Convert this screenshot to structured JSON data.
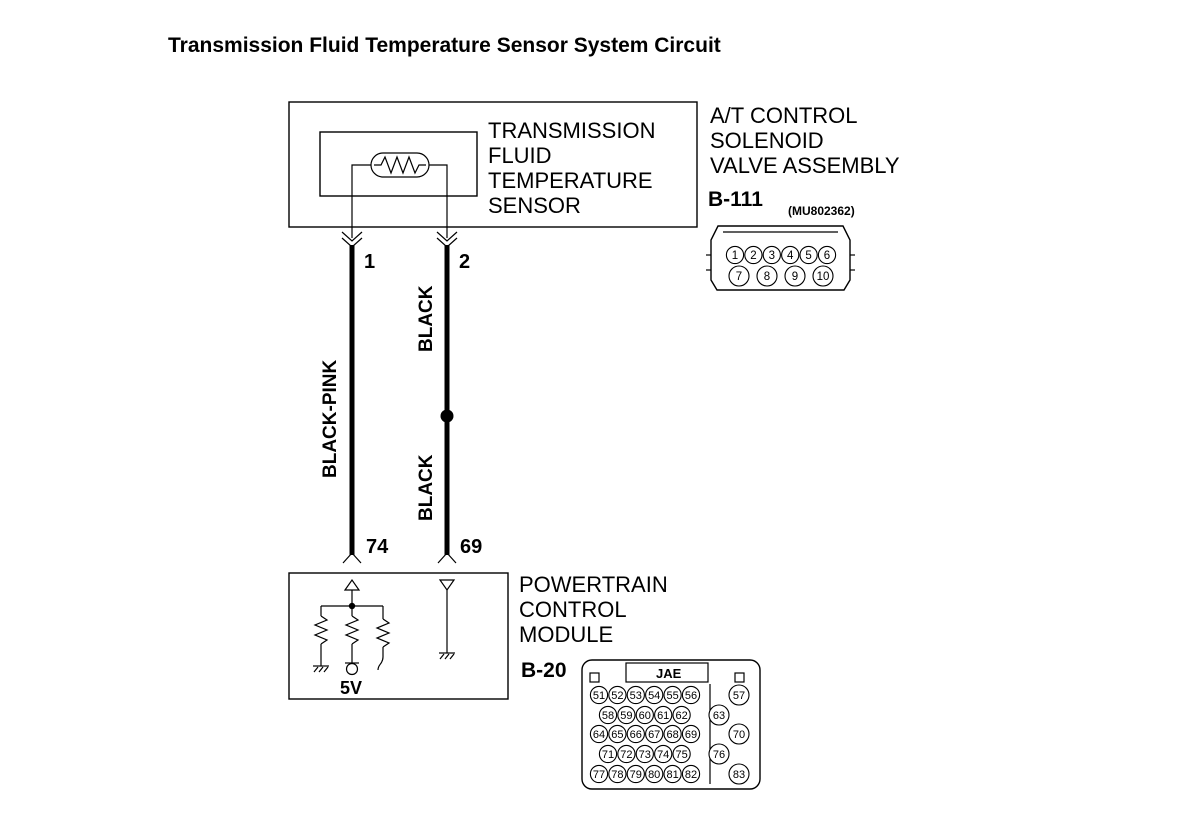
{
  "title": "Transmission Fluid Temperature Sensor System Circuit",
  "sensor": {
    "label_lines": [
      "TRANSMISSION",
      "FLUID",
      "TEMPERATURE",
      "SENSOR"
    ]
  },
  "assembly": {
    "label_lines": [
      "A/T CONTROL",
      "SOLENOID",
      "VALVE ASSEMBLY"
    ],
    "connector_id": "B-111",
    "part_number": "(MU802362)",
    "pins_row1": [
      "1",
      "2",
      "3",
      "4",
      "5",
      "6"
    ],
    "pins_row2": [
      "7",
      "8",
      "9",
      "10"
    ]
  },
  "wires": {
    "left_top_pin": "1",
    "right_top_pin": "2",
    "left_color": "BLACK-PINK",
    "right_color_upper": "BLACK",
    "right_color_lower": "BLACK",
    "left_bottom_pin": "74",
    "right_bottom_pin": "69"
  },
  "pcm": {
    "label_lines": [
      "POWERTRAIN",
      "CONTROL",
      "MODULE"
    ],
    "connector_id": "B-20",
    "supply_label": "5V",
    "connector_brand": "JAE",
    "rows": [
      {
        "main": [
          "51",
          "52",
          "53",
          "54",
          "55",
          "56"
        ],
        "side": "57"
      },
      {
        "main": [
          "58",
          "59",
          "60",
          "61",
          "62"
        ],
        "side": "63"
      },
      {
        "main": [
          "64",
          "65",
          "66",
          "67",
          "68",
          "69"
        ],
        "side": "70"
      },
      {
        "main": [
          "71",
          "72",
          "73",
          "74",
          "75"
        ],
        "side": "76"
      },
      {
        "main": [
          "77",
          "78",
          "79",
          "80",
          "81",
          "82"
        ],
        "side": "83"
      }
    ]
  }
}
